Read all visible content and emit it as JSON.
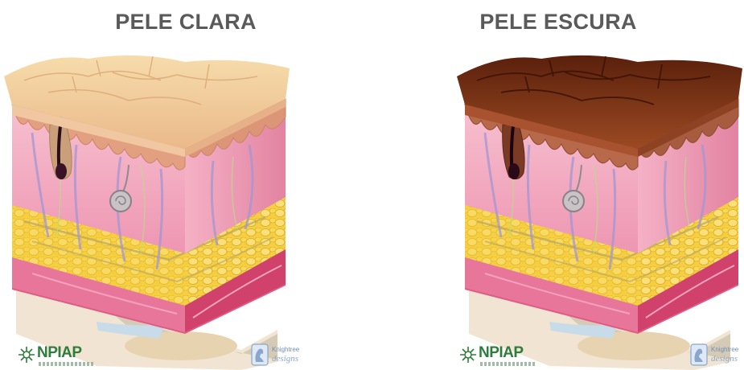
{
  "panels": [
    {
      "title": "PELE CLARA",
      "epidermis_color": "#f3cf98",
      "epidermis_edge_color": "#e7a97c",
      "logo_left": "NPIAP",
      "logo_right": [
        "Knightree",
        "designs"
      ]
    },
    {
      "title": "PELE ESCURA",
      "epidermis_color": "#6b2a12",
      "epidermis_edge_color": "#9a4a25",
      "logo_left": "NPIAP",
      "logo_right": [
        "Knightree",
        "designs"
      ]
    }
  ],
  "colors": {
    "dermis": "#f2a6bd",
    "dermis_side": "#e88aa7",
    "fat": "#f6d24a",
    "muscle": "#e0527a",
    "vessels": "#9c8fcf",
    "hair": "#2a0d1a",
    "title": "#5a5a5a",
    "npiap": "#2e7d3a"
  },
  "icons": [
    "npiap-starburst-icon",
    "knightree-designs-mark-icon"
  ]
}
